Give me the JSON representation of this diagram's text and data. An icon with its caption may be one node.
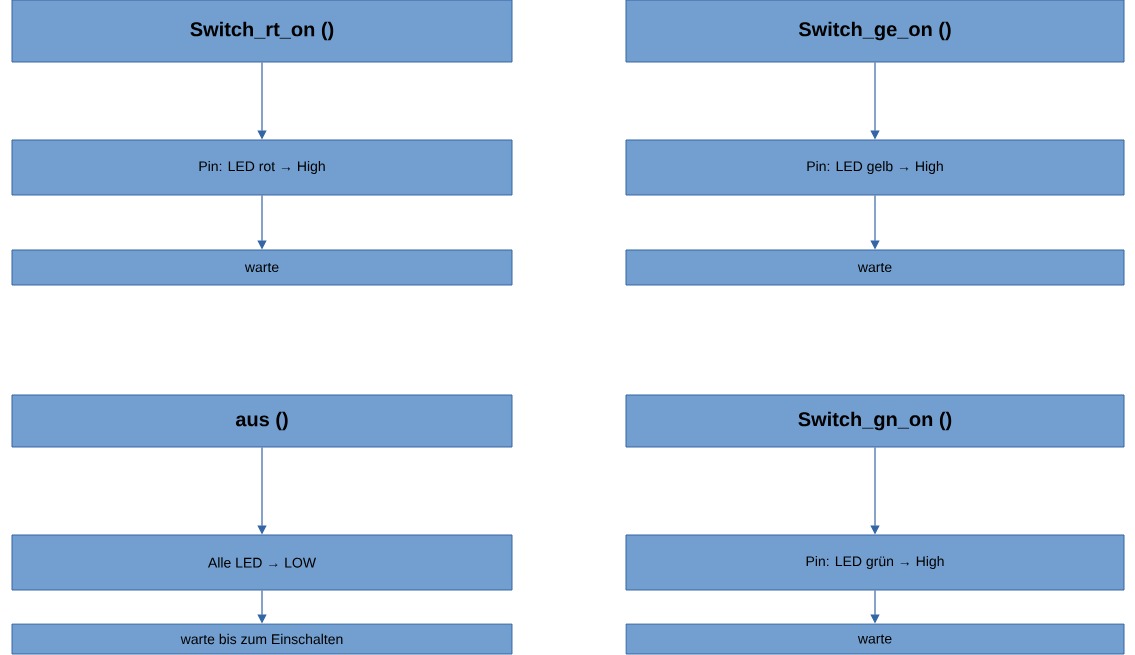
{
  "diagram": {
    "nodes": [
      {
        "text": [
          "Switch_rt_on ()"
        ]
      },
      {
        "text": [
          "Pin: LED rot → High"
        ]
      },
      {
        "text": [
          "warte"
        ]
      },
      {
        "text": [
          "Switch_ge_on ()"
        ]
      },
      {
        "text": [
          "Pin: LED gelb → High"
        ]
      },
      {
        "text": [
          "warte"
        ]
      },
      {
        "text": [
          "aus ()"
        ]
      },
      {
        "text": [
          "Alle LED → LOW"
        ]
      },
      {
        "text": [
          "warte bis zum Einschalten"
        ]
      },
      {
        "text": [
          "Switch_gn_on ()"
        ]
      },
      {
        "text": [
          "Pin: LED grün → High"
        ]
      },
      {
        "text": [
          "warte"
        ]
      }
    ],
    "edges": [
      {
        "from": 0,
        "to": 1,
        "arrow": "to"
      },
      {
        "from": 1,
        "to": 2,
        "arrow": "to"
      },
      {
        "from": 3,
        "to": 4,
        "arrow": "to"
      },
      {
        "from": 4,
        "to": 5,
        "arrow": "to"
      },
      {
        "from": 6,
        "to": 7,
        "arrow": "to"
      },
      {
        "from": 7,
        "to": 8,
        "arrow": "to"
      },
      {
        "from": 9,
        "to": 10,
        "arrow": "to"
      },
      {
        "from": 10,
        "to": 11,
        "arrow": "to"
      }
    ]
  }
}
